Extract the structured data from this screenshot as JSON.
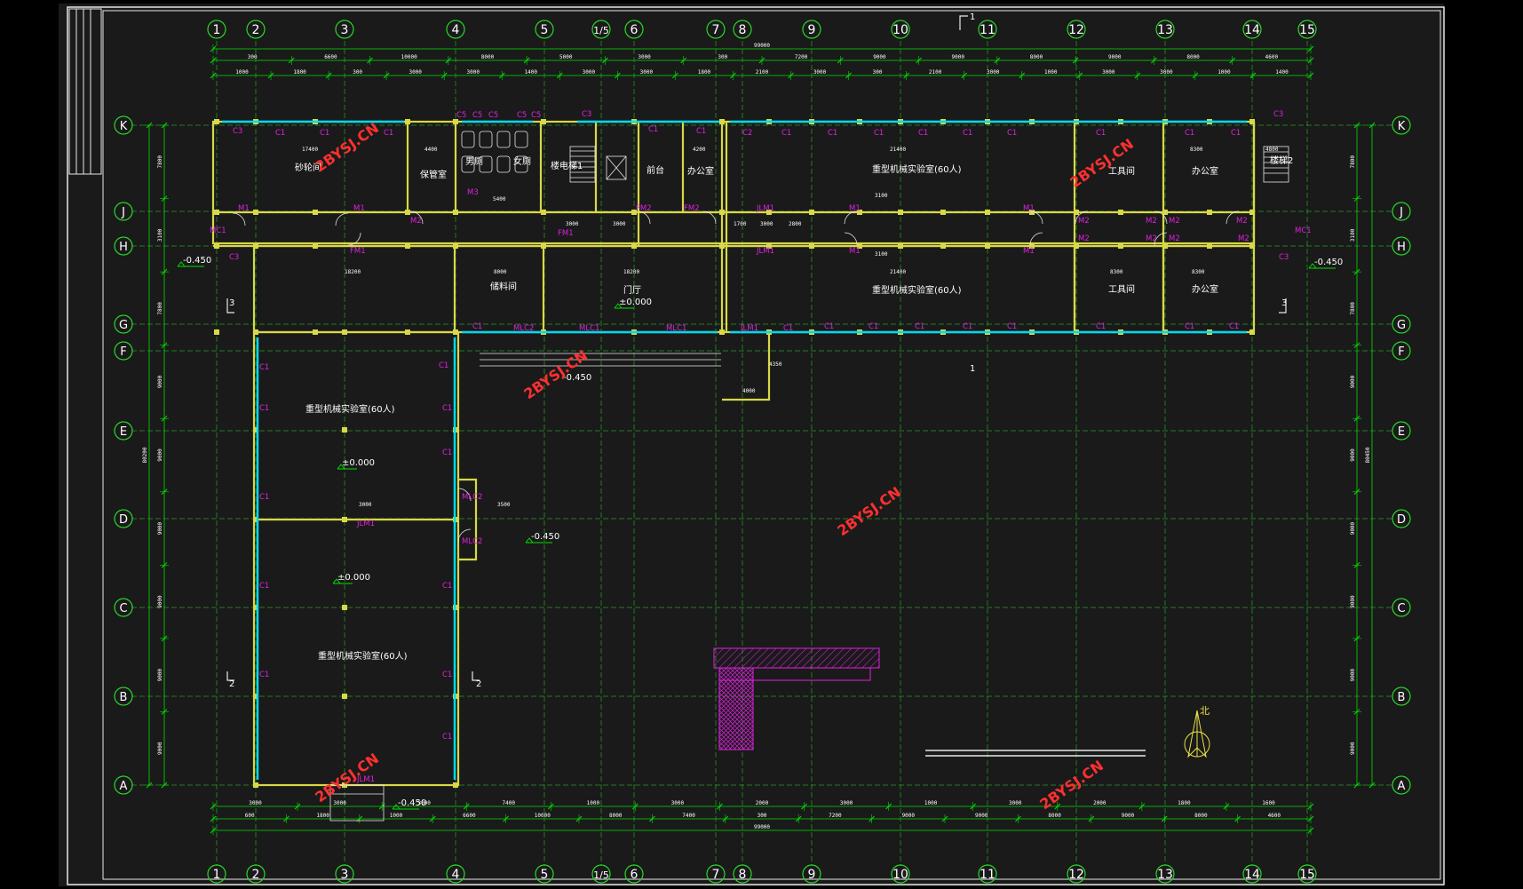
{
  "colors": {
    "background": "#000000",
    "sheet": "#1a1a1a",
    "frame": "#e8e8e8",
    "axis": "#28d828",
    "dim": "#00e000",
    "wall": "#d8d848",
    "window": "#00d8f0",
    "label_magenta": "#e020e0",
    "text_white": "#ffffff",
    "watermark": "#ff3030"
  },
  "axes": {
    "numeric": [
      "1",
      "2",
      "3",
      "4",
      "5",
      "1/5",
      "6",
      "7",
      "8",
      "9",
      "10",
      "11",
      "12",
      "13",
      "14",
      "15"
    ],
    "letters": [
      "K",
      "J",
      "H",
      "G",
      "F",
      "E",
      "D",
      "C",
      "B",
      "A"
    ]
  },
  "top_dims": {
    "row1": [
      "300",
      "6600",
      "10000",
      "8000",
      "5000",
      "3000",
      "300",
      "7200",
      "9000",
      "9000",
      "8000",
      "9000",
      "8000",
      "4600"
    ],
    "overall": "99000",
    "row2": [
      "1000",
      "1800",
      "300",
      "3000",
      "3000",
      "1400",
      "3000",
      "3000",
      "1800",
      "2100",
      "3000",
      "300",
      "2100",
      "3000",
      "1000",
      "3000",
      "3000",
      "1000",
      "1400"
    ]
  },
  "bottom_dims": {
    "row1": [
      "600",
      "1800",
      "1000",
      "6600",
      "10000",
      "8000",
      "7400",
      "300",
      "7200",
      "9000",
      "9000",
      "8000",
      "9000",
      "8000",
      "4600"
    ],
    "overall": "99000",
    "row2": [
      "3000",
      "3000",
      "3000",
      "7400",
      "1000",
      "3000",
      "2000",
      "3000",
      "1000",
      "3000",
      "2000",
      "1800",
      "1600"
    ]
  },
  "side_dims": {
    "left_overall": "80200",
    "right_overall": "80450",
    "left": [
      "7800",
      "3100",
      "7800",
      "9000",
      "9000",
      "9000",
      "9000",
      "9000",
      "9000"
    ],
    "right": [
      "7800",
      "3100",
      "7800",
      "9000",
      "9000",
      "9000",
      "9000",
      "9000",
      "9000"
    ]
  },
  "rooms": {
    "r1": "砂轮间",
    "r2": "保管室",
    "r3": "男厕",
    "r4": "女厕",
    "r5": "楼电梯1",
    "r6": "前台",
    "r7": "办公室",
    "r8": "重型机械实验室(60人)",
    "r9": "工具间",
    "r10": "办公室",
    "r11": "楼梯2",
    "r12": "储料间",
    "r13": "门厅",
    "r14": "重型机械实验室(60人)",
    "r15": "工具间",
    "r16": "办公室",
    "r17": "重型机械实验室(60人)",
    "r18": "重型机械实验室(60人)"
  },
  "elevations": {
    "e1": "±0.000",
    "e2": "±0.000",
    "e3": "±0.000",
    "e4": "-0.450",
    "e5": "-0.450",
    "e6": "-0.450",
    "e7": "-0.450",
    "e8": "-0.450"
  },
  "section_marks": {
    "s1": "1",
    "s2": "1",
    "s3": "2",
    "s4": "2",
    "s5": "3",
    "s6": "3"
  },
  "labels": {
    "c1": "C1",
    "c2": "C2",
    "c3": "C3",
    "c5": "C5",
    "m1": "M1",
    "m2": "M2",
    "m3": "M3",
    "mc1": "MC1",
    "mlc1": "MLC1",
    "mlc2": "MLC2",
    "jlm1": "JLM1",
    "fm1": "FM1",
    "fm2": "FM2"
  },
  "inner_dims": {
    "d1": "17400",
    "d2": "4400",
    "d3": "5400",
    "d4": "4200",
    "d5": "21400",
    "d6": "8300",
    "d7": "4800",
    "d8": "18200",
    "d9": "8000",
    "d10": "18200",
    "d11": "21400",
    "d12": "8300",
    "d13": "8300",
    "d14": "3100",
    "d15": "3100",
    "d16": "1700",
    "d17": "3000",
    "d18": "2800",
    "d19": "4000",
    "d20": "4350",
    "d21": "3000",
    "d22": "3000",
    "d23": "3000",
    "d24": "3500"
  },
  "north_arrow": "北",
  "watermark": "2BYSJ.CN"
}
